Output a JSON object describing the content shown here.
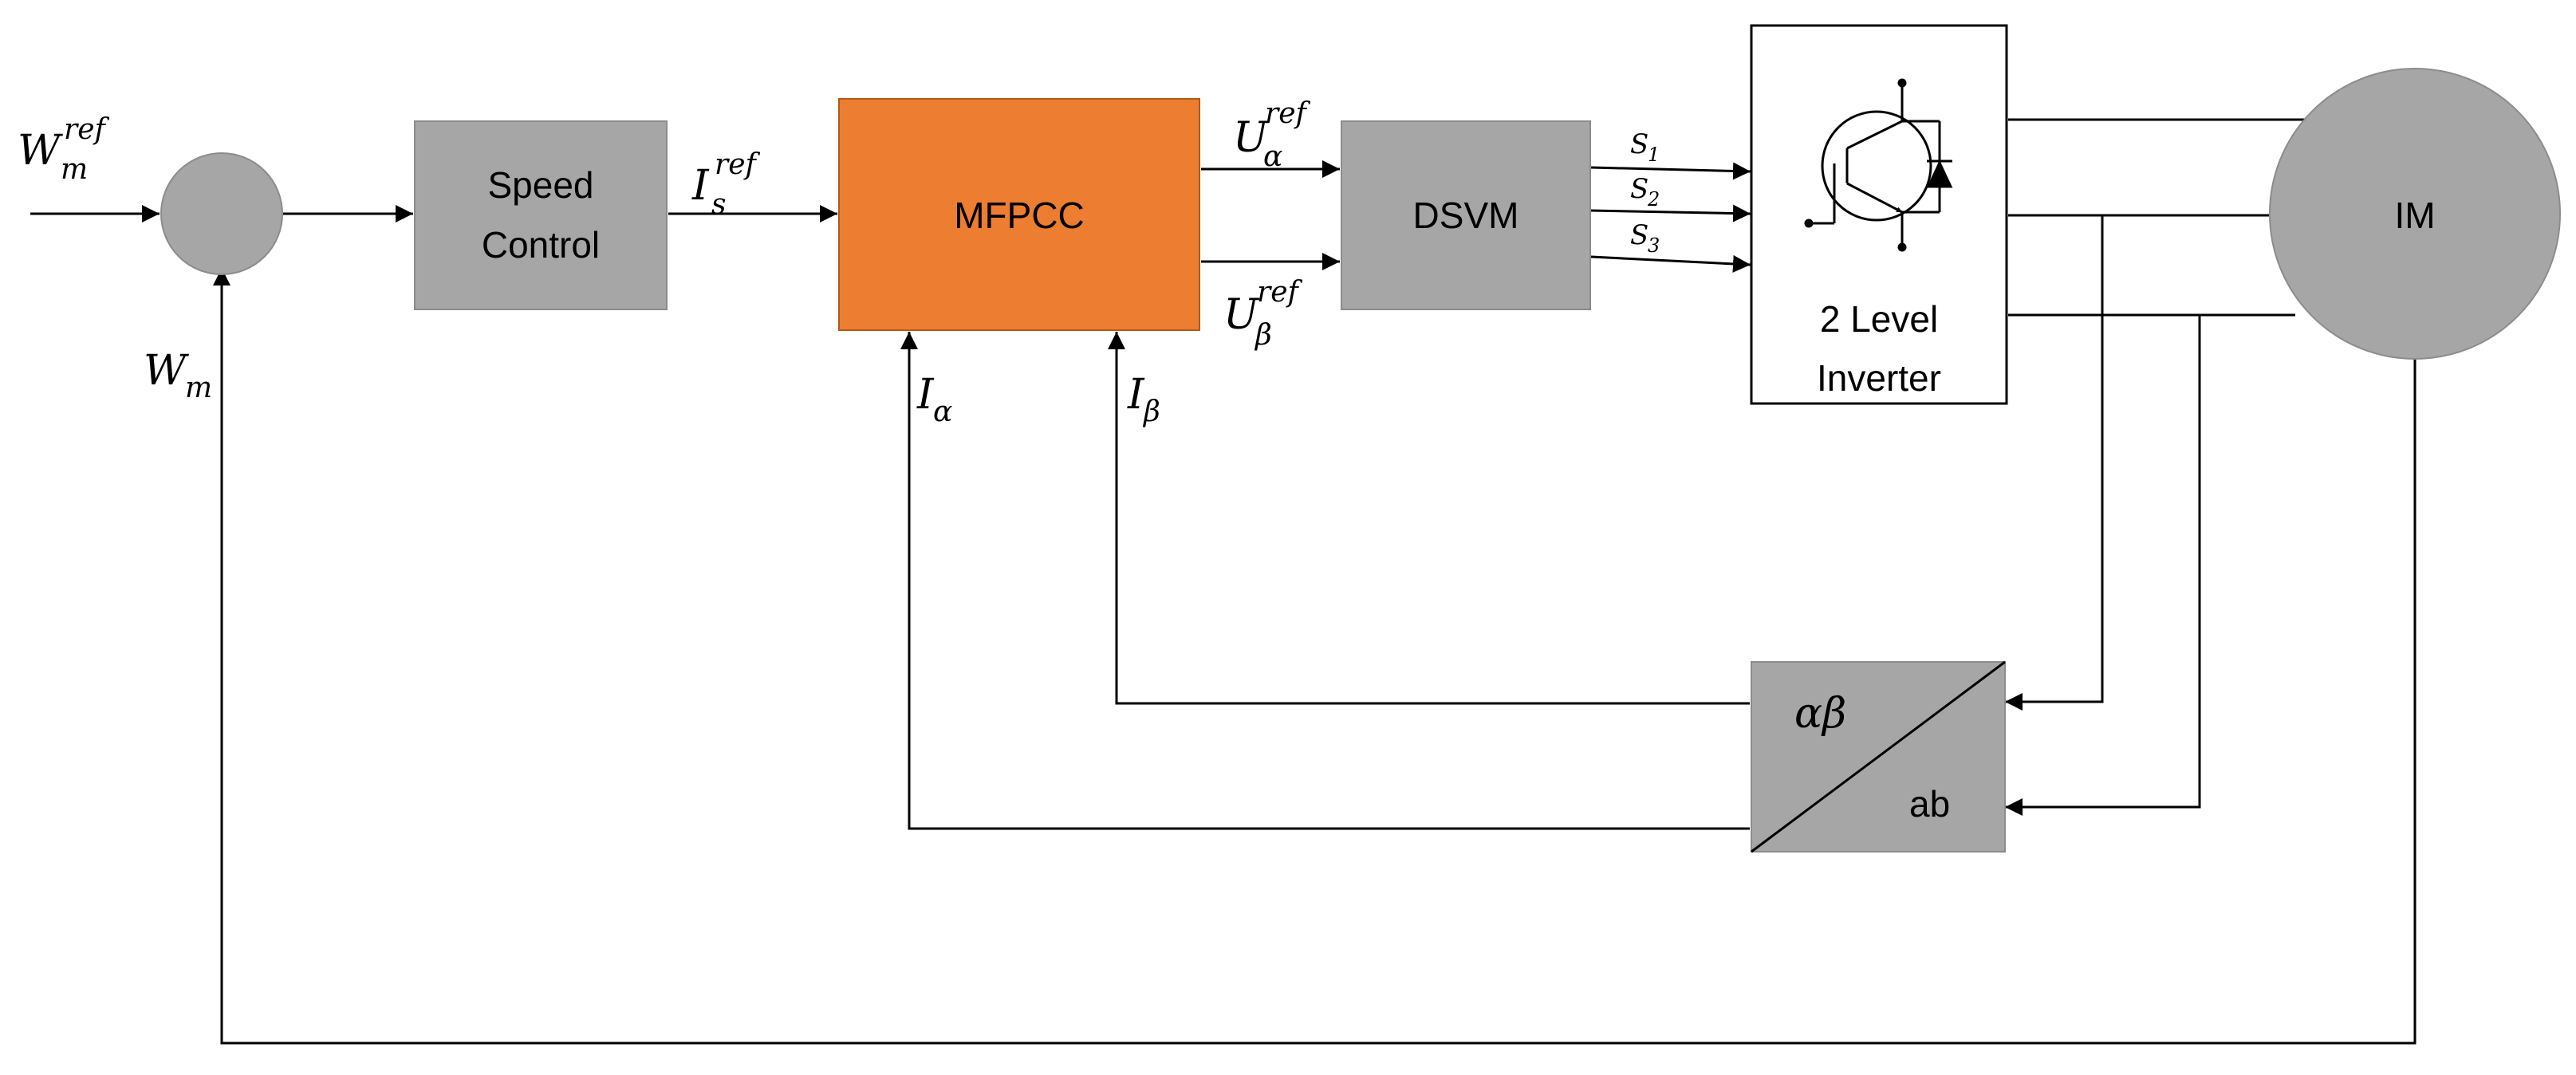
{
  "blocks": {
    "speed_control": {
      "line1": "Speed",
      "line2": "Control"
    },
    "mfpcc": {
      "label": "MFPCC"
    },
    "dsvm": {
      "label": "DSVM"
    },
    "inverter": {
      "line1": "2 Level",
      "line2": "Inverter"
    },
    "motor": {
      "label": "IM"
    },
    "transform": {
      "top": "αβ",
      "bottom": "ab"
    }
  },
  "signals": {
    "wm_ref": {
      "base": "W",
      "sub": "m",
      "sup": "ref"
    },
    "wm": {
      "base": "W",
      "sub": "m"
    },
    "is_ref": {
      "base": "I",
      "sub": "s",
      "sup": "ref"
    },
    "u_alpha_ref": {
      "base": "U",
      "sub": "α",
      "sup": "ref"
    },
    "u_beta_ref": {
      "base": "U",
      "sub": "β",
      "sup": "ref"
    },
    "i_alpha": {
      "base": "I",
      "sub": "α"
    },
    "i_beta": {
      "base": "I",
      "sub": "β"
    },
    "s1": {
      "base": "S",
      "sub": "1"
    },
    "s2": {
      "base": "S",
      "sub": "2"
    },
    "s3": {
      "base": "S",
      "sub": "3"
    }
  },
  "colors": {
    "gray_block": "#a6a6a6",
    "orange_block": "#ed7d31",
    "line": "#000000"
  }
}
